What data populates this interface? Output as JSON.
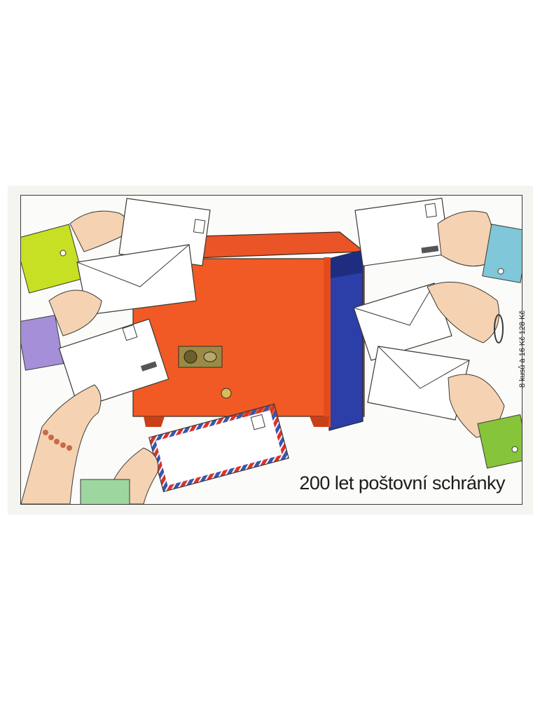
{
  "booklet": {
    "title": "200 let poštovní schránky",
    "price_note": "8 kusů à 16 Kč 128 Kč"
  },
  "colors": {
    "mailbox": "#f15a24",
    "mailbox_side": "#2c3ea8",
    "envelope": "#ffffff",
    "airmail_red": "#d8342c",
    "airmail_blue": "#3a55b0"
  },
  "icons": [
    "mailbox",
    "envelope",
    "postcard",
    "airmail-envelope",
    "hand"
  ]
}
